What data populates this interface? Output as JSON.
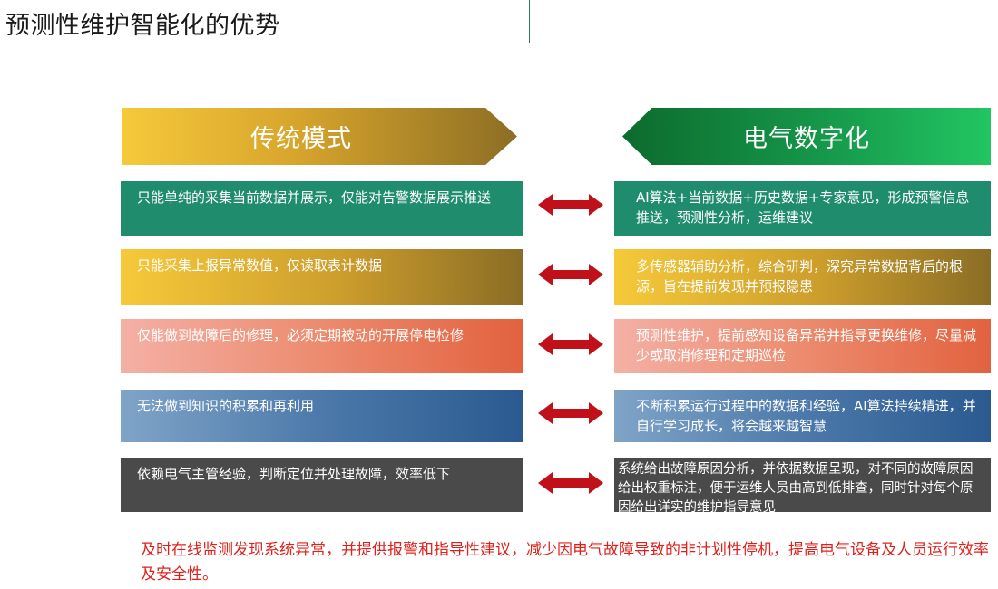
{
  "title": "预测性维护智能化的优势",
  "header": {
    "left": "传统模式",
    "right": "电气数字化"
  },
  "rows": [
    {
      "traditional": "只能单纯的采集当前数据并展示，仅能对告警数据展示推送",
      "digital": "AI算法+当前数据+历史数据+专家意见，形成预警信息推送，预测性分析，运维建议"
    },
    {
      "traditional": "只能采集上报异常数值，仅读取表计数据",
      "digital": "多传感器辅助分析，综合研判，深究异常数据背后的根源，旨在提前发现并预报隐患"
    },
    {
      "traditional": "仅能做到故障后的修理，必须定期被动的开展停电检修",
      "digital": "预测性维护，提前感知设备异常并指导更换维修，尽量减少或取消修理和定期巡检"
    },
    {
      "traditional": "无法做到知识的积累和再利用",
      "digital": "不断积累运行过程中的数据和经验，AI算法持续精进，并自行学习成长，将会越来越智慧"
    },
    {
      "traditional": "依赖电气主管经验，判断定位并处理故障，效率低下",
      "digital": "系统给出故障原因分析，并依据数据呈现，对不同的故障原因给出权重标注，便于运维人员由高到低排查，同时针对每个原因给出详实的维护指导意见"
    }
  ],
  "conclusion": "及时在线监测发现系统异常，并提供报警和指导性建议，减少因电气故障导致的非计划性停机，提高电气设备及人员运行效率及安全性。",
  "colors": {
    "arrow": "#c0111b",
    "conclusion": "#e0201b"
  }
}
